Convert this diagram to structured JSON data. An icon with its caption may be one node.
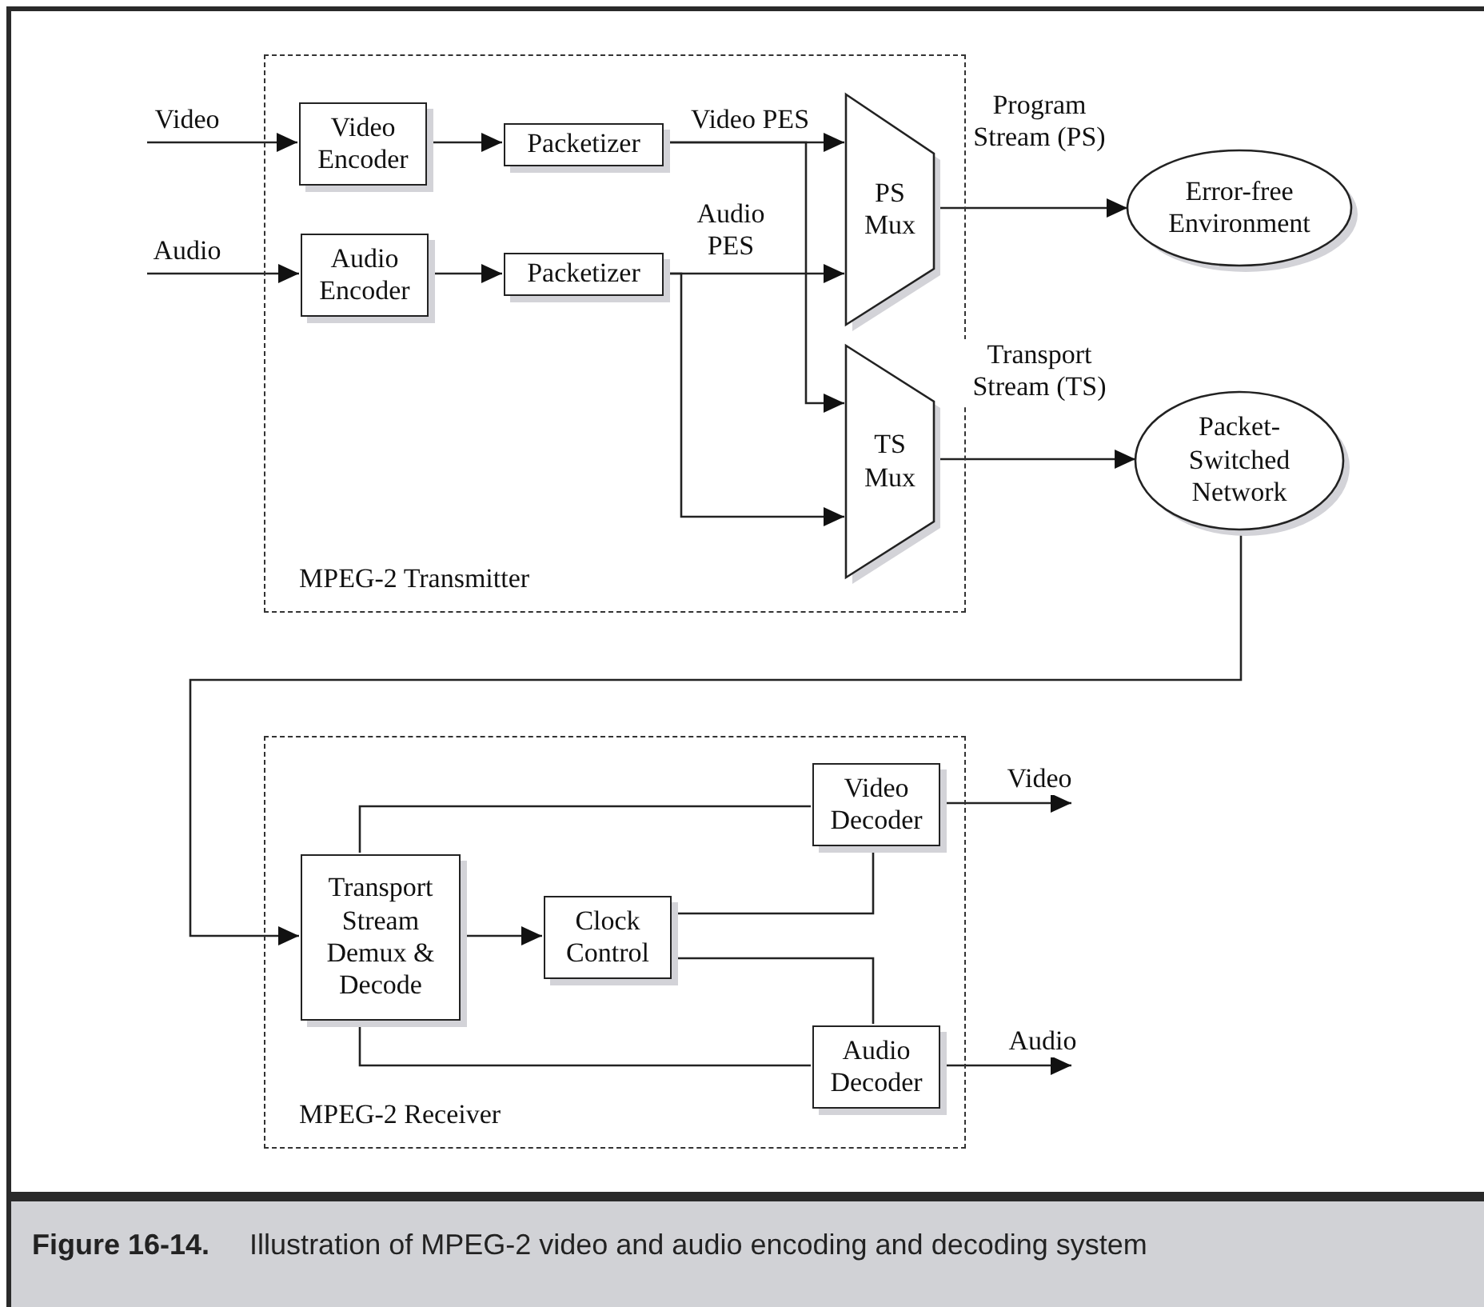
{
  "diagram": {
    "caption": "**Figure 16-14.**     Illustration of MPEG-2 video and audio encoding and decoding system",
    "nodes": [
      {
        "text": [
          "MPEG-2 Transmitter"
        ]
      },
      {
        "text": [
          "Video Encoder"
        ],
        "in": 0
      },
      {
        "text": [
          "Packetizer"
        ],
        "in": 0
      },
      {
        "text": [
          "Audio Encoder"
        ],
        "in": 0
      },
      {
        "text": [
          "Packetizer"
        ],
        "in": 0
      },
      {
        "text": [
          "PS Mux"
        ],
        "in": 0
      },
      {
        "text": [
          "TS Mux"
        ],
        "in": 0
      },
      {
        "text": [
          "Error-free Environment"
        ]
      },
      {
        "text": [
          "Packet- Switched Network"
        ]
      },
      {
        "text": [
          "MPEG-2 Receiver"
        ]
      },
      {
        "text": [
          "Transport Stream Demux & Decode"
        ],
        "in": 9
      },
      {
        "text": [
          "Clock Control"
        ],
        "in": 9
      },
      {
        "text": [
          "Video Decoder"
        ],
        "in": 9
      },
      {
        "text": [
          "Audio Decoder"
        ],
        "in": 9
      }
    ],
    "edges": [
      {
        "from": null,
        "to": 1,
        "arrow": "to",
        "label": "Video"
      },
      {
        "from": 1,
        "to": 2,
        "arrow": "to"
      },
      {
        "from": null,
        "to": 3,
        "arrow": "to",
        "label": "Audio"
      },
      {
        "from": 3,
        "to": 4,
        "arrow": "to"
      },
      {
        "from": 2,
        "to": 5,
        "arrow": "to",
        "label": "Video PES"
      },
      {
        "from": 2,
        "to": 6,
        "arrow": "to"
      },
      {
        "from": 4,
        "to": 5,
        "arrow": "to",
        "label": "Audio PES"
      },
      {
        "from": 4,
        "to": 6,
        "arrow": "to"
      },
      {
        "from": 5,
        "to": 7,
        "arrow": "to",
        "label": "Program Stream (PS)"
      },
      {
        "from": 6,
        "to": 8,
        "arrow": "to",
        "label": "Transport Stream (TS)"
      },
      {
        "from": 8,
        "to": 10,
        "arrow": "to"
      },
      {
        "from": 10,
        "to": 11,
        "arrow": "to"
      },
      {
        "from": 10,
        "to": 12,
        "arrow": "none"
      },
      {
        "from": 10,
        "to": 13,
        "arrow": "none"
      },
      {
        "from": 11,
        "to": 12,
        "arrow": "none"
      },
      {
        "from": 11,
        "to": 13,
        "arrow": "none"
      },
      {
        "from": 12,
        "to": null,
        "arrow": "to",
        "label": "Video"
      },
      {
        "from": 13,
        "to": null,
        "arrow": "to",
        "label": "Audio"
      }
    ]
  }
}
